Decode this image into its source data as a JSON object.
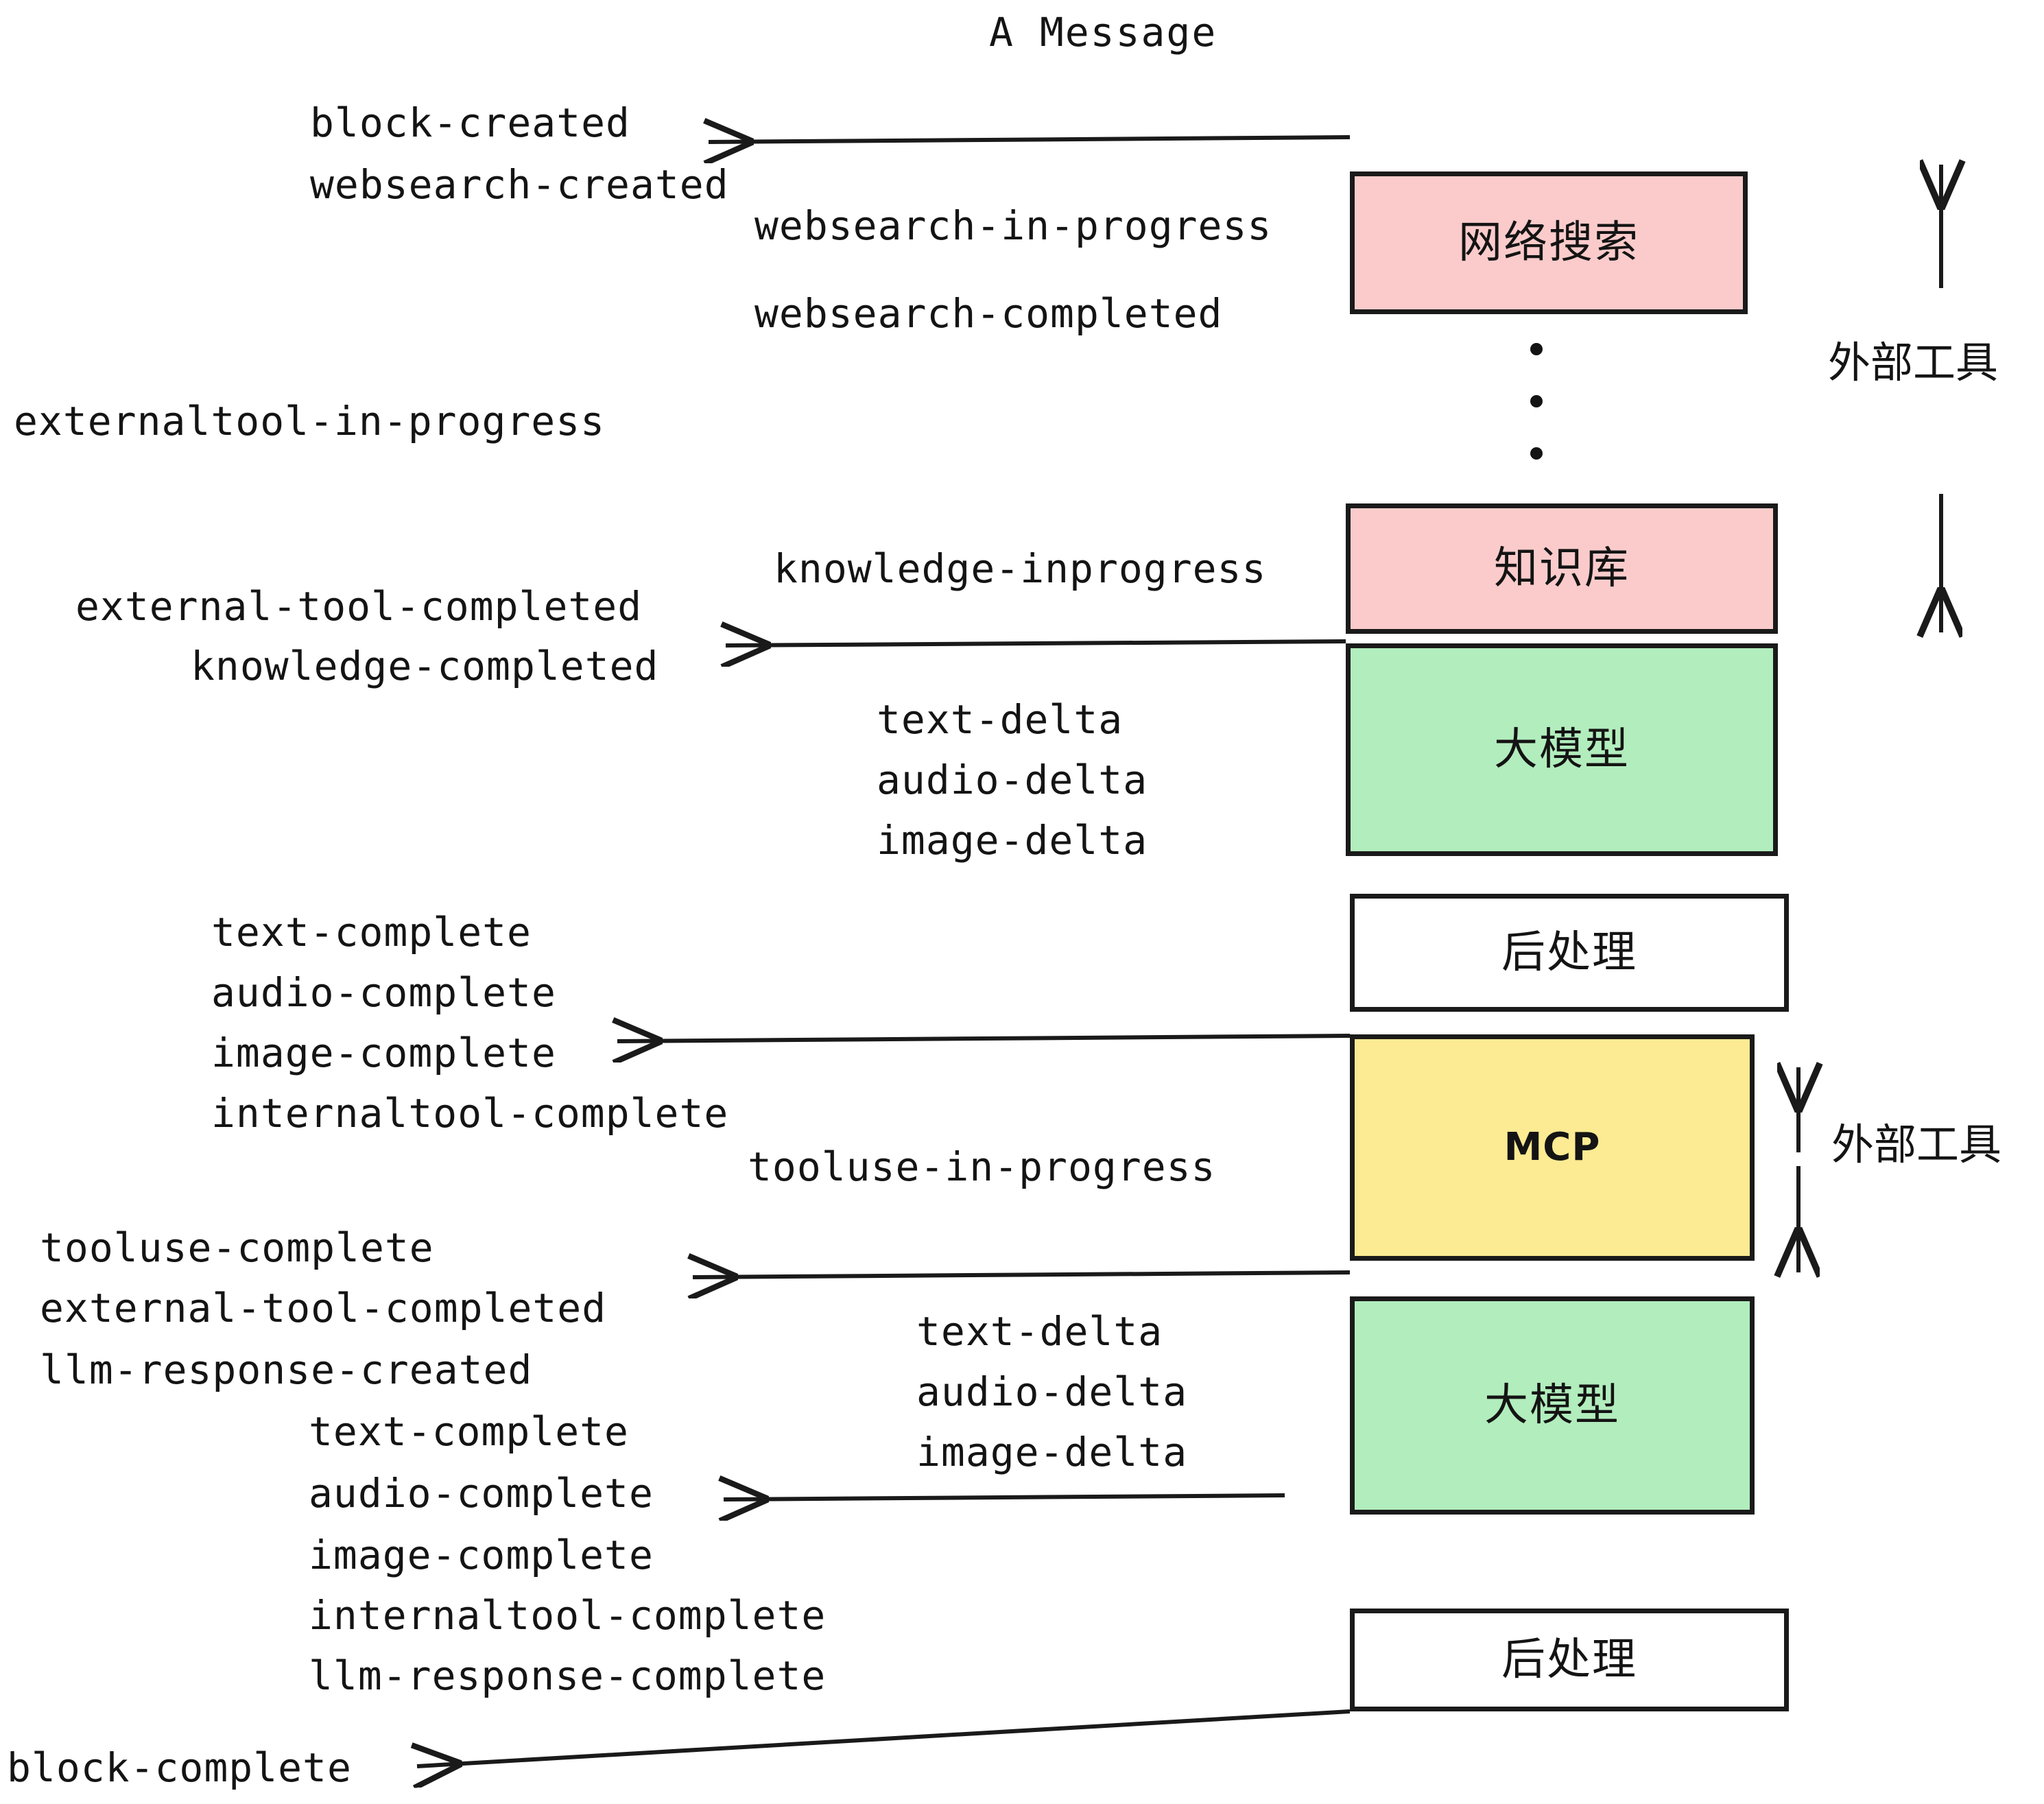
{
  "title": "A Message",
  "colors": {
    "pink": "#FBCBCB",
    "green": "#B2EDBD",
    "yellow": "#FCEB92",
    "white": "#FFFFFF",
    "stroke": "#1a1a1a",
    "text": "#141414"
  },
  "boxes": {
    "websearch": "网络搜索",
    "knowledge": "知识库",
    "llm_1": "大模型",
    "postprocess_1": "后处理",
    "mcp": "MCP",
    "llm_2": "大模型",
    "postprocess_2": "后处理"
  },
  "side_labels": {
    "external_tool_top": "外部工具",
    "external_tool_bottom": "外部工具"
  },
  "events": {
    "block_created": "block-created",
    "websearch_created": "websearch-created",
    "websearch_in_progress": "websearch-in-progress",
    "websearch_completed": "websearch-completed",
    "externaltool_in_progress": "externaltool-in-progress",
    "knowledge_inprogress": "knowledge-inprogress",
    "external_tool_completed_1": "external-tool-completed",
    "knowledge_completed": "knowledge-completed",
    "text_delta_1": "text-delta",
    "audio_delta_1": "audio-delta",
    "image_delta_1": "image-delta",
    "text_complete_1": "text-complete",
    "audio_complete_1": "audio-complete",
    "image_complete_1": "image-complete",
    "internaltool_complete_1": "internaltool-complete",
    "tooluse_in_progress": "tooluse-in-progress",
    "tooluse_complete": "tooluse-complete",
    "external_tool_completed_2": "external-tool-completed",
    "llm_response_created": "llm-response-created",
    "text_delta_2": "text-delta",
    "audio_delta_2": "audio-delta",
    "image_delta_2": "image-delta",
    "text_complete_2": "text-complete",
    "audio_complete_2": "audio-complete",
    "image_complete_2": "image-complete",
    "internaltool_complete_2": "internaltool-complete",
    "llm_response_complete": "llm-response-complete",
    "block_complete": "block-complete"
  }
}
